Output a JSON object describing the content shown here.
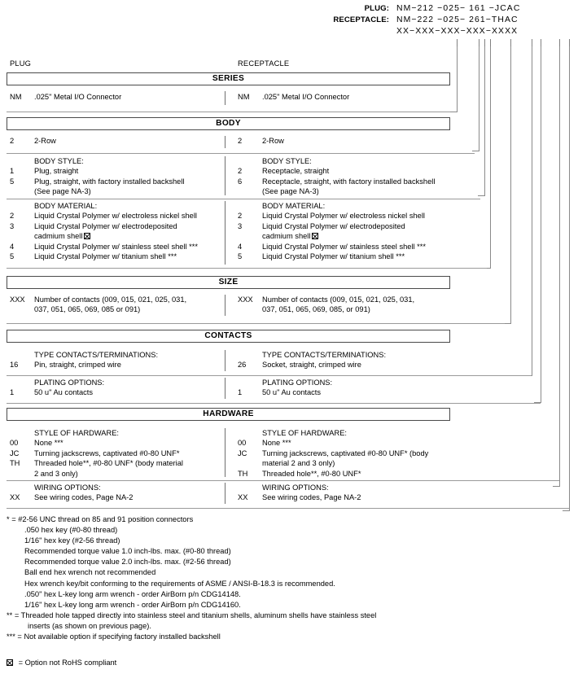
{
  "header": {
    "plug_label": "PLUG:",
    "plug_value": "NM−212 −025− 161 −JCAC",
    "receptacle_label": "RECEPTACLE:",
    "receptacle_value": "NM−222 −025− 261−THAC",
    "mask": "XX−XXX−XXX−XXX−XXXX"
  },
  "columns": {
    "left_title": "PLUG",
    "right_title": "RECEPTACLE"
  },
  "sections": [
    {
      "band": "SERIES",
      "rows": [
        {
          "heading": "",
          "left": [
            {
              "code": "NM",
              "text": ".025\" Metal I/O Connector"
            }
          ],
          "right": [
            {
              "code": "NM",
              "text": ".025\" Metal I/O Connector"
            }
          ]
        }
      ]
    },
    {
      "band": "BODY",
      "rows": [
        {
          "heading": "",
          "left": [
            {
              "code": "2",
              "text": "2-Row"
            }
          ],
          "right": [
            {
              "code": "2",
              "text": "2-Row"
            }
          ]
        },
        {
          "heading": "BODY STYLE:",
          "left": [
            {
              "code": "1",
              "text": "Plug, straight"
            },
            {
              "code": "5",
              "text": "Plug, straight, with factory installed backshell"
            },
            {
              "code": "",
              "text": "(See page NA-3)"
            }
          ],
          "right": [
            {
              "code": "2",
              "text": "Receptacle, straight"
            },
            {
              "code": "6",
              "text": "Receptacle, straight, with factory installed backshell"
            },
            {
              "code": "",
              "text": "(See page NA-3)"
            }
          ]
        },
        {
          "heading": "BODY MATERIAL:",
          "left": [
            {
              "code": "2",
              "text": "Liquid Crystal Polymer w/ electroless nickel shell"
            },
            {
              "code": "3",
              "text": "Liquid Crystal Polymer w/ electrodeposited"
            },
            {
              "code": "",
              "text": "cadmium shell",
              "box": true
            },
            {
              "code": "4",
              "text": "Liquid Crystal Polymer w/ stainless steel shell ***"
            },
            {
              "code": "5",
              "text": "Liquid Crystal Polymer w/ titanium shell ***"
            }
          ],
          "right": [
            {
              "code": "2",
              "text": "Liquid Crystal Polymer w/ electroless nickel shell"
            },
            {
              "code": "3",
              "text": "Liquid Crystal Polymer w/ electrodeposited"
            },
            {
              "code": "",
              "text": "cadmium shell",
              "box": true
            },
            {
              "code": "4",
              "text": "Liquid Crystal Polymer w/ stainless steel shell ***"
            },
            {
              "code": "5",
              "text": "Liquid Crystal Polymer w/ titanium shell ***"
            }
          ]
        }
      ]
    },
    {
      "band": "SIZE",
      "rows": [
        {
          "heading": "",
          "left": [
            {
              "code": "XXX",
              "text": "Number of contacts (009, 015, 021, 025, 031,"
            },
            {
              "code": "",
              "text": "037, 051, 065, 069, 085 or 091)"
            }
          ],
          "right": [
            {
              "code": "XXX",
              "text": "Number of contacts (009, 015, 021, 025, 031,"
            },
            {
              "code": "",
              "text": "037, 051, 065, 069, 085, or 091)"
            }
          ]
        }
      ]
    },
    {
      "band": "CONTACTS",
      "rows": [
        {
          "heading": "TYPE CONTACTS/TERMINATIONS:",
          "left": [
            {
              "code": "16",
              "text": "Pin, straight, crimped wire"
            }
          ],
          "right": [
            {
              "code": "26",
              "text": "Socket, straight, crimped wire"
            }
          ]
        },
        {
          "heading": "PLATING OPTIONS:",
          "left": [
            {
              "code": "1",
              "text": "50 u\" Au contacts"
            }
          ],
          "right": [
            {
              "code": "1",
              "text": "50 u\" Au contacts"
            }
          ]
        }
      ]
    },
    {
      "band": "HARDWARE",
      "rows": [
        {
          "heading": "STYLE OF HARDWARE:",
          "left": [
            {
              "code": "00",
              "text": "None ***"
            },
            {
              "code": "JC",
              "text": "Turning jackscrews, captivated #0-80 UNF*"
            },
            {
              "code": "TH",
              "text": "Threaded hole**, #0-80 UNF* (body material"
            },
            {
              "code": "",
              "text": "2 and 3 only)"
            }
          ],
          "right": [
            {
              "code": "00",
              "text": "None ***"
            },
            {
              "code": "JC",
              "text": "Turning jackscrews, captivated #0-80 UNF* (body"
            },
            {
              "code": "",
              "text": "material 2 and 3 only)"
            },
            {
              "code": "TH",
              "text": "Threaded hole**, #0-80 UNF*"
            }
          ]
        },
        {
          "heading": "WIRING OPTIONS:",
          "left": [
            {
              "code": "XX",
              "text": "See wiring codes, Page NA-2"
            }
          ],
          "right": [
            {
              "code": "XX",
              "text": "See wiring codes, Page NA-2"
            }
          ]
        }
      ]
    }
  ],
  "footnotes": [
    {
      "indent": 0,
      "text": "* = #2-56 UNC thread on 85 and 91 position connectors"
    },
    {
      "indent": 1,
      "text": ".050 hex key (#0-80 thread)"
    },
    {
      "indent": 1,
      "text": "1/16\" hex key (#2-56 thread)"
    },
    {
      "indent": 1,
      "text": "Recommended torque value 1.0 inch-lbs. max. (#0-80 thread)"
    },
    {
      "indent": 1,
      "text": "Recommended torque value 2.0 inch-lbs. max. (#2-56 thread)"
    },
    {
      "indent": 1,
      "text": "Ball end hex wrench not recommended"
    },
    {
      "indent": 1,
      "text": "Hex wrench key/bit conforming to the requirements of ASME / ANSI-B-18.3 is recommended."
    },
    {
      "indent": 1,
      "text": ".050\" hex L-key long arm wrench - order AirBorn p/n CDG14148."
    },
    {
      "indent": 1,
      "text": "1/16\" hex L-key long arm wrench - order AirBorn p/n CDG14160."
    },
    {
      "indent": 0,
      "text": "** = Threaded hole tapped directly into stainless steel and titanium shells, aluminum shells have stainless steel"
    },
    {
      "indent": 1,
      "text": "inserts (as shown on previous page)."
    },
    {
      "indent": 0,
      "text": "*** = Not available option if specifying factory installed backshell"
    }
  ],
  "rohs_note": "= Option not RoHS compliant"
}
